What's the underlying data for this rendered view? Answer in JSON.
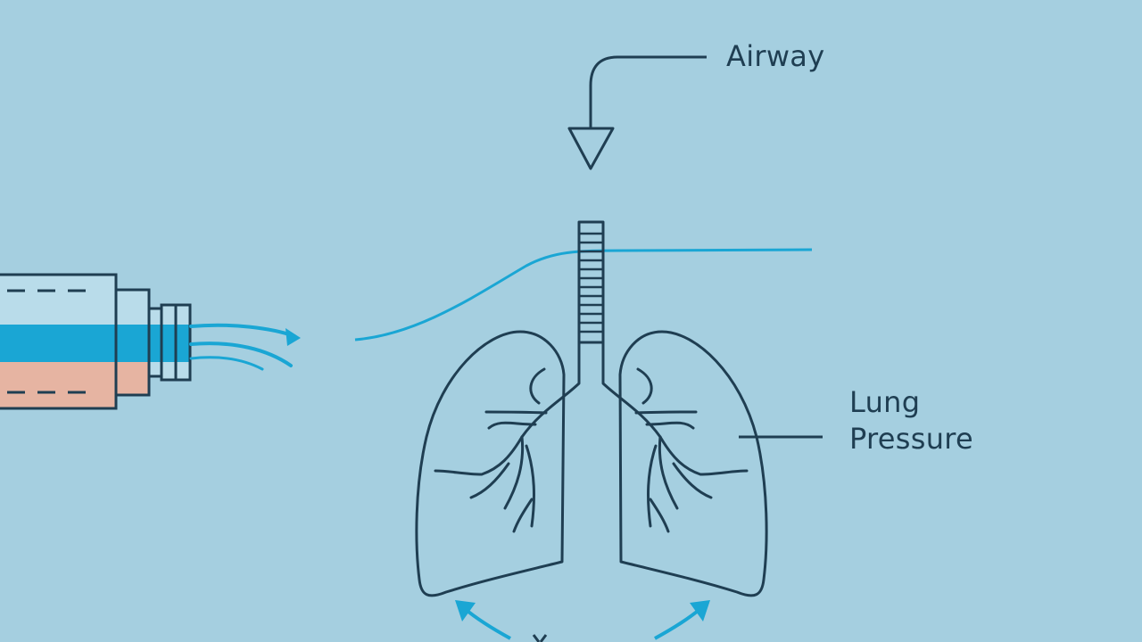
{
  "colors": {
    "background": "#a5cfe0",
    "line": "#1f3e52",
    "flow": "#1aa6d4",
    "fluid_warm": "#e6b4a2",
    "syringe_body": "#b9dcea"
  },
  "labels": {
    "airway": "Airway",
    "lung_pressure_line1": "Lung",
    "lung_pressure_line2": "Pressure"
  },
  "icons": {
    "syringe": "syringe-icon",
    "lungs": "lungs-icon",
    "airway_arrow": "down-triangle-arrow-icon",
    "expansion_arrows": "curved-arrow-icon"
  }
}
